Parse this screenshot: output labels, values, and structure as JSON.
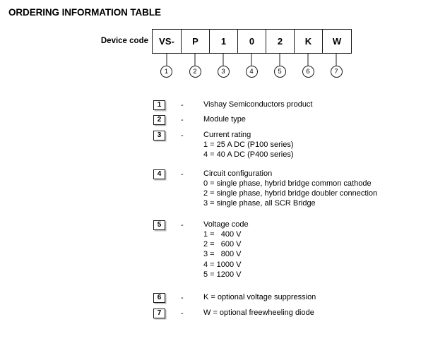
{
  "title": "ORDERING INFORMATION TABLE",
  "device_code": {
    "label": "Device code",
    "cells": [
      "VS-",
      "P",
      "1",
      "0",
      "2",
      "K",
      "W"
    ],
    "markers": [
      "1",
      "2",
      "3",
      "4",
      "5",
      "6",
      "7"
    ]
  },
  "legend": [
    {
      "num": "1",
      "dash": "-",
      "desc": "Vishay Semiconductors product",
      "sub": []
    },
    {
      "num": "2",
      "dash": "-",
      "desc": "Module type",
      "sub": []
    },
    {
      "num": "3",
      "dash": "-",
      "desc": "Current rating",
      "sub": [
        "1 = 25 A DC (P100 series)",
        "4 = 40 A DC (P400 series)"
      ]
    },
    {
      "num": "4",
      "dash": "-",
      "desc": "Circuit configuration",
      "sub": [
        "0 = single phase, hybrid bridge common cathode",
        "2 = single phase, hybrid bridge doubler connection",
        "3 = single phase, all SCR Bridge"
      ]
    },
    {
      "num": "5",
      "dash": "-",
      "desc": "Voltage code",
      "sub": [
        "1 =   400 V",
        "2 =   600 V",
        "3 =   800 V",
        "4 = 1000 V",
        "5 = 1200 V"
      ]
    },
    {
      "num": "6",
      "dash": "-",
      "desc": "K = optional voltage suppression",
      "sub": []
    },
    {
      "num": "7",
      "dash": "-",
      "desc": "W = optional freewheeling diode",
      "sub": []
    }
  ],
  "colors": {
    "text": "#000000",
    "border": "#1a1a1a",
    "box_shadow": "#b9b9b9",
    "background": "#ffffff"
  }
}
